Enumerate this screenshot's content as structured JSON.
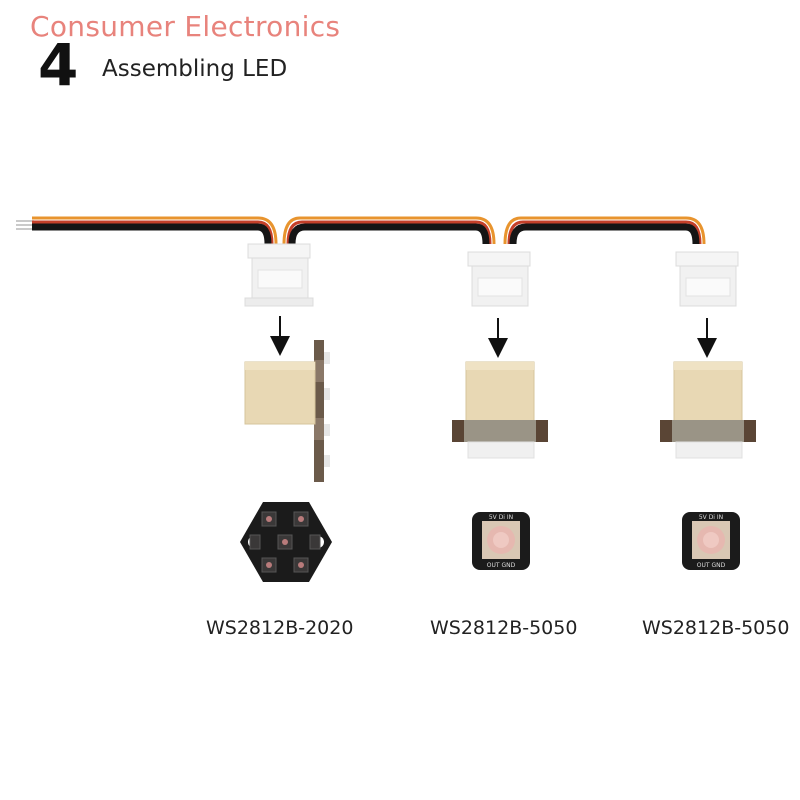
{
  "brand": "Consumer Electronics",
  "step": {
    "number": "4",
    "title": "Assembling LED"
  },
  "modules": [
    {
      "name": "WS2812B-2020",
      "mount": "side",
      "led": "hexagon-board"
    },
    {
      "name": "WS2812B-5050",
      "mount": "inline",
      "led": "square-board",
      "pcb_text_top": "5V  Di  IN",
      "pcb_text_bottom": "OUT  GND"
    },
    {
      "name": "WS2812B-5050",
      "mount": "inline",
      "led": "square-board",
      "pcb_text_top": "5V  Di  IN",
      "pcb_text_bottom": "OUT  GND"
    }
  ],
  "colors": {
    "wire_black": "#151515",
    "wire_red": "#c4402a",
    "wire_orange": "#e8942e",
    "connector_white": "#f1f1f1",
    "header_beige": "#e8d8b4",
    "pcb_brown": "#6b5a4a",
    "led_board": "#1b1b1b",
    "brand_text": "#e8837c"
  }
}
